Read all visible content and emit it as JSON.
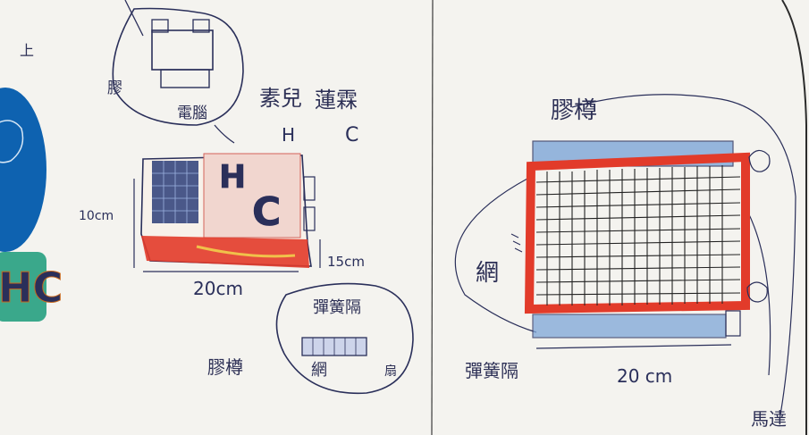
{
  "left_panel": {
    "page_mark": "上",
    "bubble_top": {
      "label_left": "膠",
      "label_bottom": "電腦"
    },
    "title_h": "素兒",
    "title_c": "蓮霖",
    "letter_h": "H",
    "letter_c": "C",
    "badge_h": "H",
    "badge_c": "C",
    "dim_height": "10cm",
    "dim_width": "20cm",
    "dim_depth": "15cm",
    "bubble_bottom": {
      "label_top": "彈簧隔",
      "label_net": "網",
      "label_pole": "膠樽",
      "label_right": "扇"
    }
  },
  "right_panel": {
    "label_top": "膠樽",
    "label_net": "網",
    "label_spring": "彈簧隔",
    "dim_width": "20 cm",
    "label_motor": "馬達"
  },
  "colors": {
    "red": "#e23b2a",
    "blue_crayon": "#7ea6d8",
    "green_letter": "#77b24a",
    "ink": "#2a2f5a",
    "badge_blue": "#0e62b0",
    "badge_orange": "#f2a23a",
    "badge_teal": "#3aa88b"
  }
}
